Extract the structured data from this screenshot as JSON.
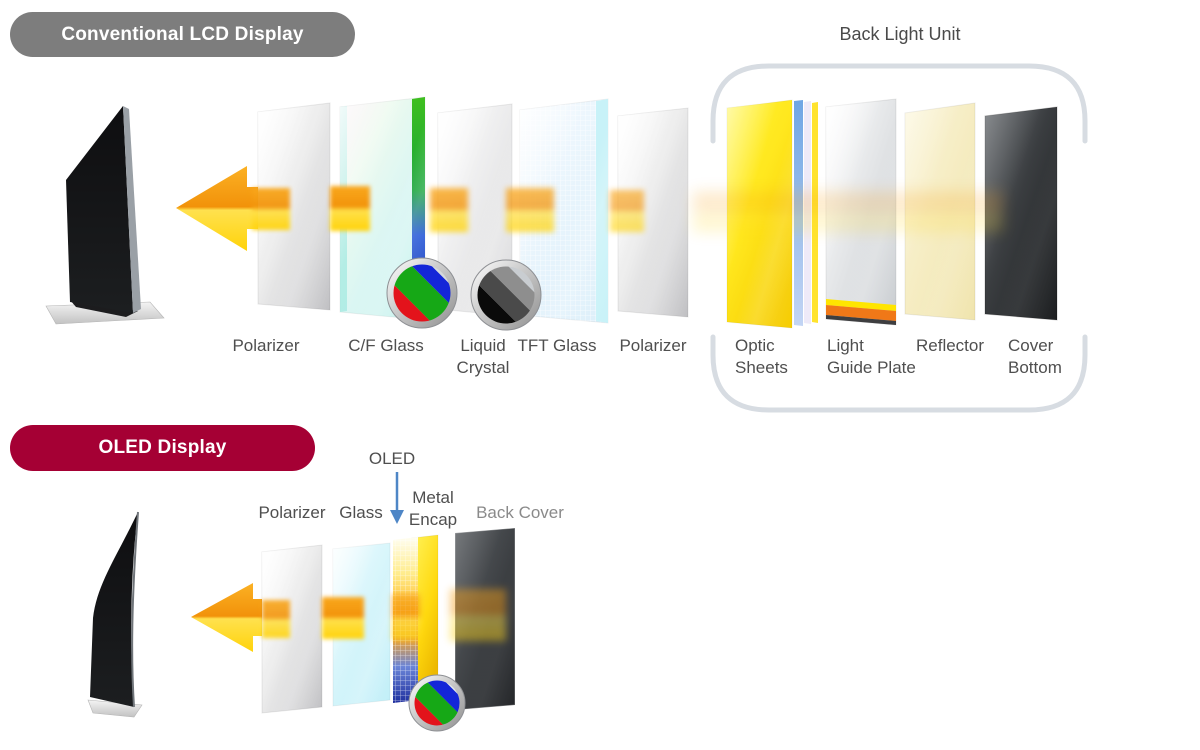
{
  "lcd_section": {
    "badge": "Conventional LCD Display",
    "badge_color": "#7D7D7D",
    "backlight_label": "Back Light Unit",
    "layers": [
      {
        "label": "Polarizer"
      },
      {
        "label": "C/F Glass"
      },
      {
        "label": "Liquid",
        "label2": "Crystal"
      },
      {
        "label": "TFT Glass"
      },
      {
        "label": "Polarizer"
      },
      {
        "label": "Optic",
        "label2": "Sheets"
      },
      {
        "label": "Light",
        "label2": "Guide Plate"
      },
      {
        "label": "Reflector"
      },
      {
        "label": "Cover",
        "label2": "Bottom"
      }
    ]
  },
  "oled_section": {
    "badge": "OLED Display",
    "badge_color": "#A50034",
    "pointer_label": "OLED",
    "layers": [
      {
        "label": "Polarizer"
      },
      {
        "label": "Glass"
      },
      {
        "label": "Metal",
        "label2": "Encap"
      },
      {
        "label": "Back Cover"
      }
    ]
  },
  "colors": {
    "lcd_badge": "#7D7D7D",
    "oled_badge": "#A50034",
    "arrow_orange": "#F49B0B",
    "arrow_yellow": "#FFD90F",
    "bracket": "#D7DCE2",
    "label_text": "#4F4F4F",
    "pointer_arrow_blue": "#4E86C6"
  }
}
